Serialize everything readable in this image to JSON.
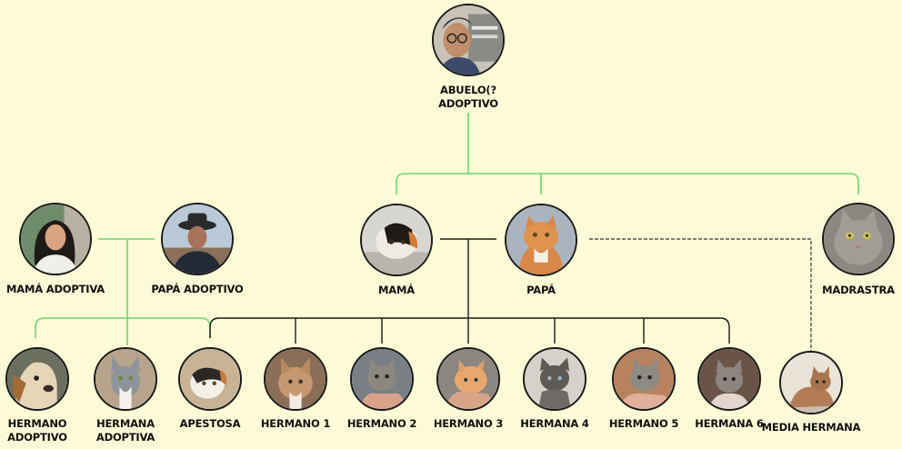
{
  "colors": {
    "background": "#fdfbd7",
    "green_line": "#72d572",
    "black_line": "#1a1a1a",
    "dashed_line": "#555555"
  },
  "members": {
    "abuelo": {
      "label": "ABUELO(?\nADOPTIVO",
      "photo": "person-photo"
    },
    "mama_adoptiva": {
      "label": "MAMÁ ADOPTIVA",
      "photo": "person-photo"
    },
    "papa_adoptivo": {
      "label": "PAPÁ ADOPTIVO",
      "photo": "person-photo"
    },
    "mama": {
      "label": "MAMÁ",
      "photo": "cat-photo"
    },
    "papa": {
      "label": "PAPÁ",
      "photo": "cat-photo"
    },
    "madrastra": {
      "label": "MADRASTRA",
      "photo": "cat-photo"
    },
    "hermano_adoptivo": {
      "label": "HERMANO\nADOPTIVO",
      "photo": "dog-photo"
    },
    "hermana_adoptiva": {
      "label": "HERMANA\nADOPTIVA",
      "photo": "cat-photo"
    },
    "apestosa": {
      "label": "APESTOSA",
      "photo": "cat-photo"
    },
    "hermano_1": {
      "label": "HERMANO 1",
      "photo": "cat-photo"
    },
    "hermano_2": {
      "label": "HERMANO 2",
      "photo": "cat-photo"
    },
    "hermano_3": {
      "label": "HERMANO 3",
      "photo": "cat-photo"
    },
    "hermana_4": {
      "label": "HERMANA 4",
      "photo": "cat-photo"
    },
    "hermano_5": {
      "label": "HERMANO 5",
      "photo": "cat-photo"
    },
    "hermana_6": {
      "label": "HERMANA 6",
      "photo": "cat-photo"
    },
    "media_hermana": {
      "label": "MEDIA HERMANA",
      "photo": "cat-photo"
    }
  }
}
